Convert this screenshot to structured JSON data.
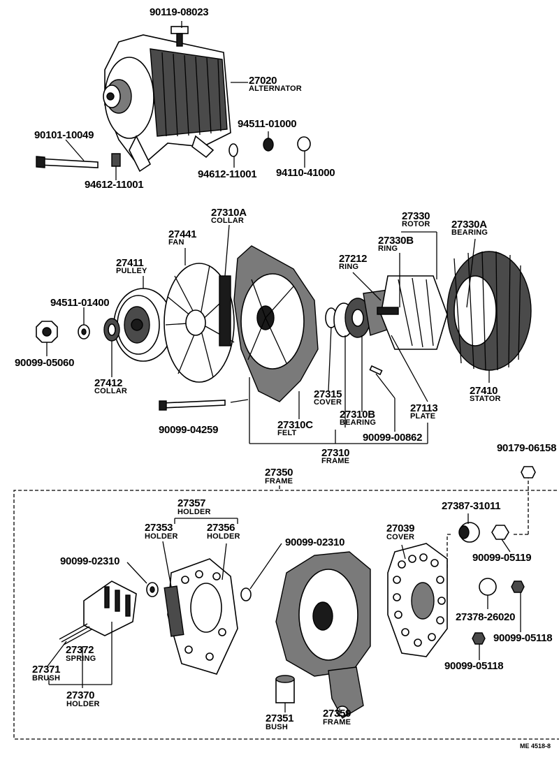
{
  "labels": {
    "p90119_08023": "90119-08023",
    "p27020": "27020",
    "alternator": "ALTERNATOR",
    "p94511_01000": "94511-01000",
    "p90101_10049": "90101-10049",
    "p94612_11001_a": "94612-11001",
    "p94612_11001_b": "94612-11001",
    "p94110_41000": "94110-41000",
    "p27330": "27330",
    "rotor": "ROTOR",
    "p27310A": "27310A",
    "collar_a": "COLLAR",
    "p27330A": "27330A",
    "bearing_a": "BEARING",
    "p27441": "27441",
    "fan": "FAN",
    "p27330B": "27330B",
    "ring_a": "RING",
    "p27212": "27212",
    "ring_b": "RING",
    "p27411": "27411",
    "pulley": "PULLEY",
    "p94511_01400": "94511-01400",
    "p90099_05060": "90099-05060",
    "p27412": "27412",
    "collar_b": "COLLAR",
    "p27410": "27410",
    "stator": "STATOR",
    "p27315": "27315",
    "cover_a": "COVER",
    "p27113": "27113",
    "plate": "PLATE",
    "p27310B": "27310B",
    "bearing_b": "BEARING",
    "p90099_04259": "90099-04259",
    "p27310C": "27310C",
    "felt": "FELT",
    "p90099_00862": "90099-00862",
    "p27310": "27310",
    "frame_a": "FRAME",
    "p90179_06158": "90179-06158",
    "p27350": "27350",
    "frame_b": "FRAME",
    "p27357": "27357",
    "holder_a": "HOLDER",
    "p27387_31011": "27387-31011",
    "p27353": "27353",
    "holder_b": "HOLDER",
    "p27356": "27356",
    "holder_c": "HOLDER",
    "p90099_02310_a": "90099-02310",
    "p27039": "27039",
    "cover_b": "COVER",
    "p90099_05119": "90099-05119",
    "p90099_02310_b": "90099-02310",
    "p27378_26020": "27378-26020",
    "p90099_05118_a": "90099-05118",
    "p27372": "27372",
    "spring": "SPRING",
    "p27371": "27371",
    "brush": "BRUSH",
    "p90099_05118_b": "90099-05118",
    "p27370": "27370",
    "holder_d": "HOLDER",
    "p27351": "27351",
    "bush": "BUSH",
    "p27359": "27359",
    "frame_c": "FRAME",
    "footer": "ME 4518-8"
  }
}
